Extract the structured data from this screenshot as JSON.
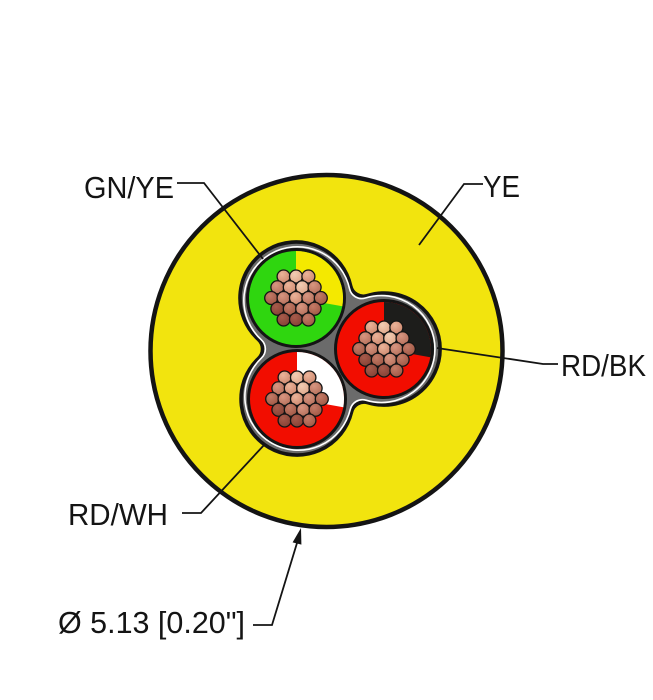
{
  "labels": {
    "gn_ye": "GN/YE",
    "ye": "YE",
    "rd_bk": "RD/BK",
    "rd_wh": "RD/WH",
    "dimension": "Ø 5.13 [0.20\"]"
  },
  "dimension": {
    "diameter_mm": "5.13",
    "diameter_in": "0.20"
  },
  "colors": {
    "background": "#FFFFFF",
    "line": "#141414",
    "jacket": "#F2E40E",
    "jacket_outline": "#141414",
    "filler": "#6B6B6B",
    "wrap_line": "#141414",
    "wrap_pinstripe": "#FFFFFF",
    "conductor_ring": "#141414",
    "copper_outline": "#141414"
  },
  "conductors": [
    {
      "id": "gn-ye",
      "label": "GN/YE",
      "insulation_hex": "#2FD60F",
      "stripe_hex": "#F4E900"
    },
    {
      "id": "rd-bk",
      "label": "RD/BK",
      "insulation_hex": "#F20D00",
      "stripe_hex": "#1D1D1B"
    },
    {
      "id": "rd-wh",
      "label": "RD/WH",
      "insulation_hex": "#F20D00",
      "stripe_hex": "#FFFFFF"
    }
  ],
  "strand_palette": [
    {
      "light": "#F2CDB4",
      "dark": "#DCA183"
    },
    {
      "light": "#EBB49A",
      "dark": "#C98167"
    },
    {
      "light": "#D89681",
      "dark": "#B06A55"
    },
    {
      "light": "#C47B67",
      "dark": "#99523F"
    },
    {
      "light": "#A85B4B",
      "dark": "#7E3D31"
    }
  ]
}
